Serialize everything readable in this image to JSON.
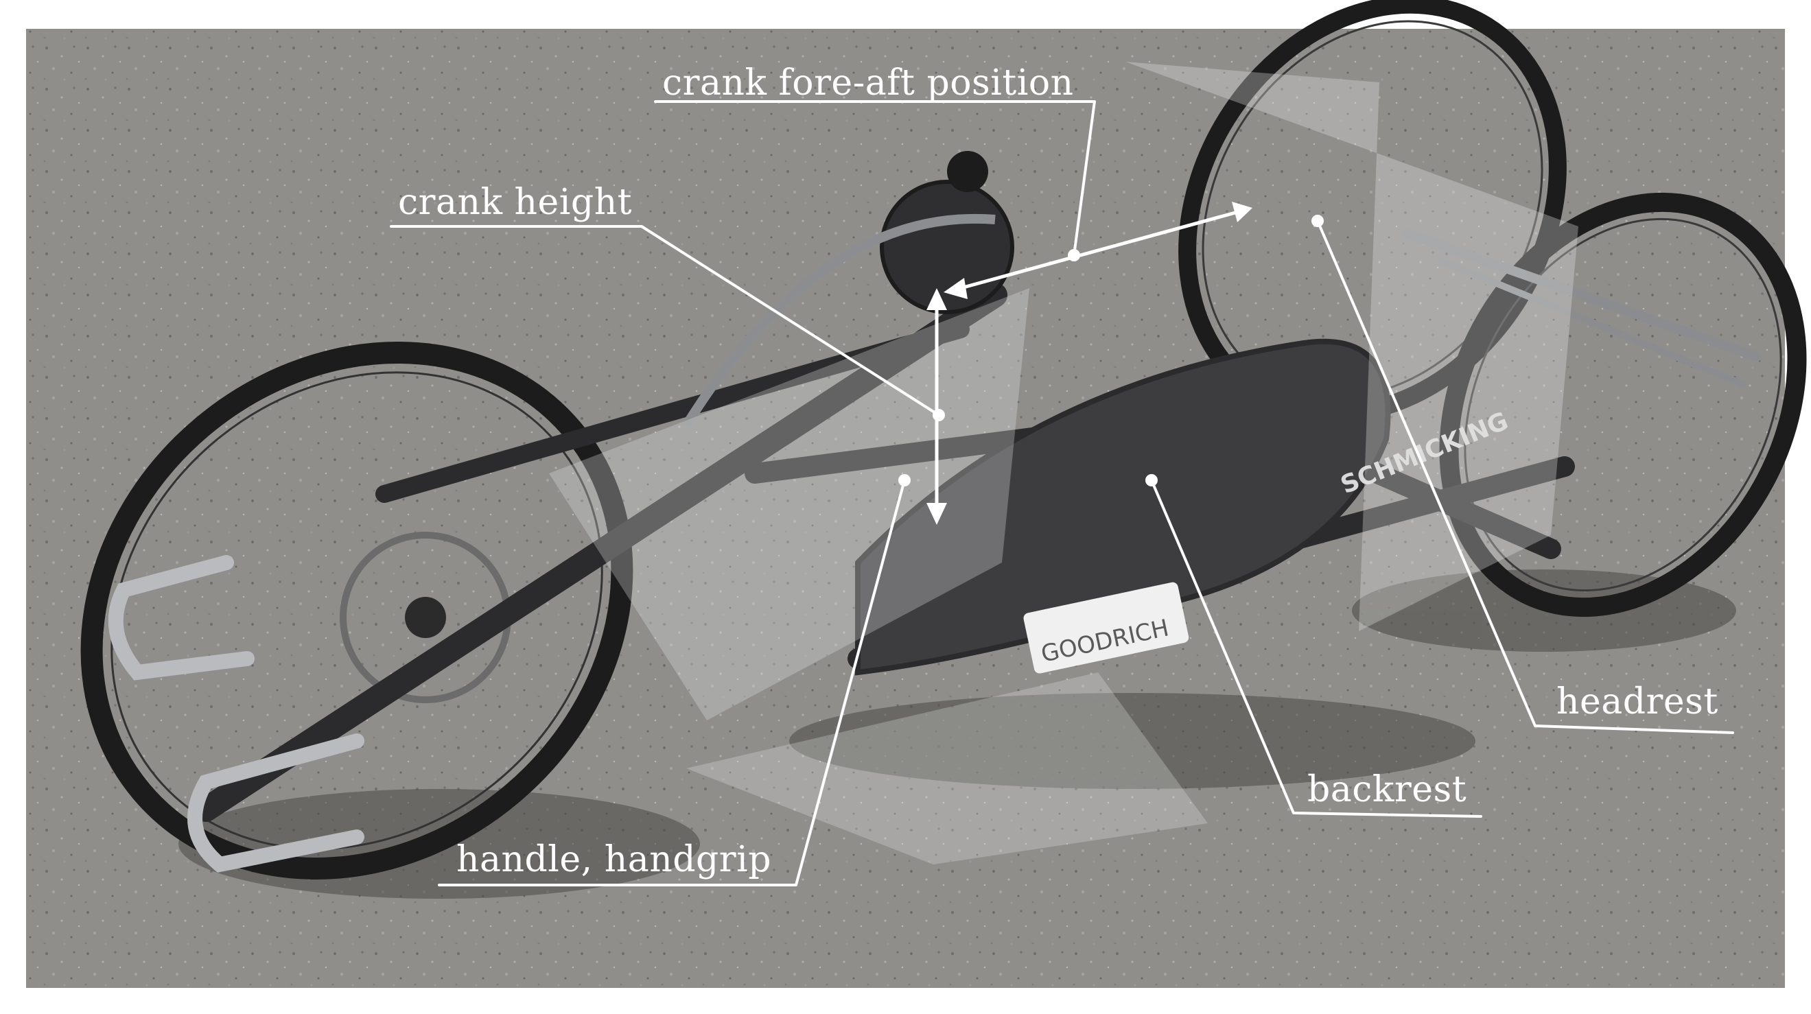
{
  "photo": {
    "subject": "handbike",
    "background_color": "#8f8e8b",
    "frame_color": "#2b2b2d",
    "tire_color": "#1c1c1c",
    "overlay_color": "#e6e6e6"
  },
  "frame_decal": "SCHMICKING",
  "seat_decal": "GOODRICH",
  "callouts": [
    {
      "id": "crank-fore-aft",
      "label": "crank fore-aft position"
    },
    {
      "id": "crank-height",
      "label": "crank height"
    },
    {
      "id": "headrest",
      "label": "headrest"
    },
    {
      "id": "backrest",
      "label": "backrest"
    },
    {
      "id": "handle",
      "label": "handle, handgrip"
    }
  ]
}
